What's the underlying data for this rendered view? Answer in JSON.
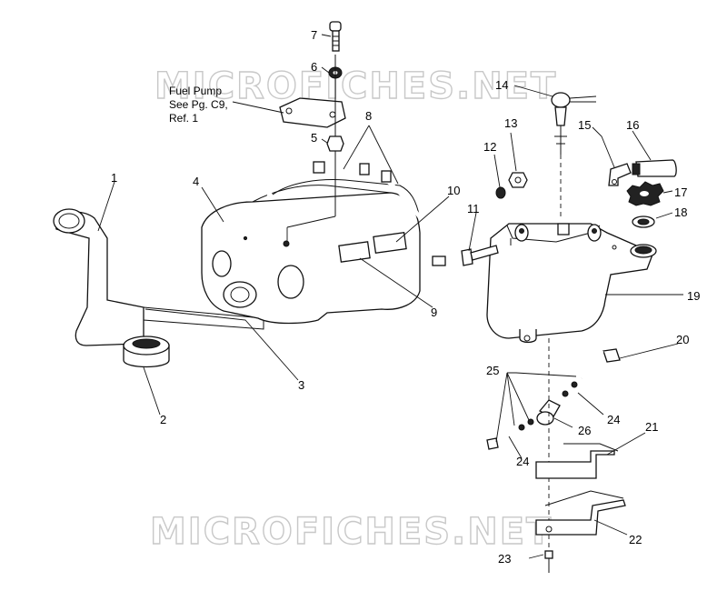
{
  "watermark": {
    "top": "MICROFICHES.NET",
    "bottom": "MICROFICHES.NET"
  },
  "note": {
    "line1": "Fuel Pump",
    "line2": "See Pg. C9,",
    "line3": "Ref. 1"
  },
  "callouts": {
    "c1": "1",
    "c2": "2",
    "c3": "3",
    "c4": "4",
    "c5": "5",
    "c6": "6",
    "c7": "7",
    "c8": "8",
    "c9": "9",
    "c10": "10",
    "c11": "11",
    "c12": "12",
    "c13": "13",
    "c14": "14",
    "c15": "15",
    "c16": "16",
    "c17": "17",
    "c18": "18",
    "c19": "19",
    "c20": "20",
    "c21": "21",
    "c22": "22",
    "c23": "23",
    "c24a": "24",
    "c24b": "24",
    "c25": "25",
    "c26": "26"
  }
}
